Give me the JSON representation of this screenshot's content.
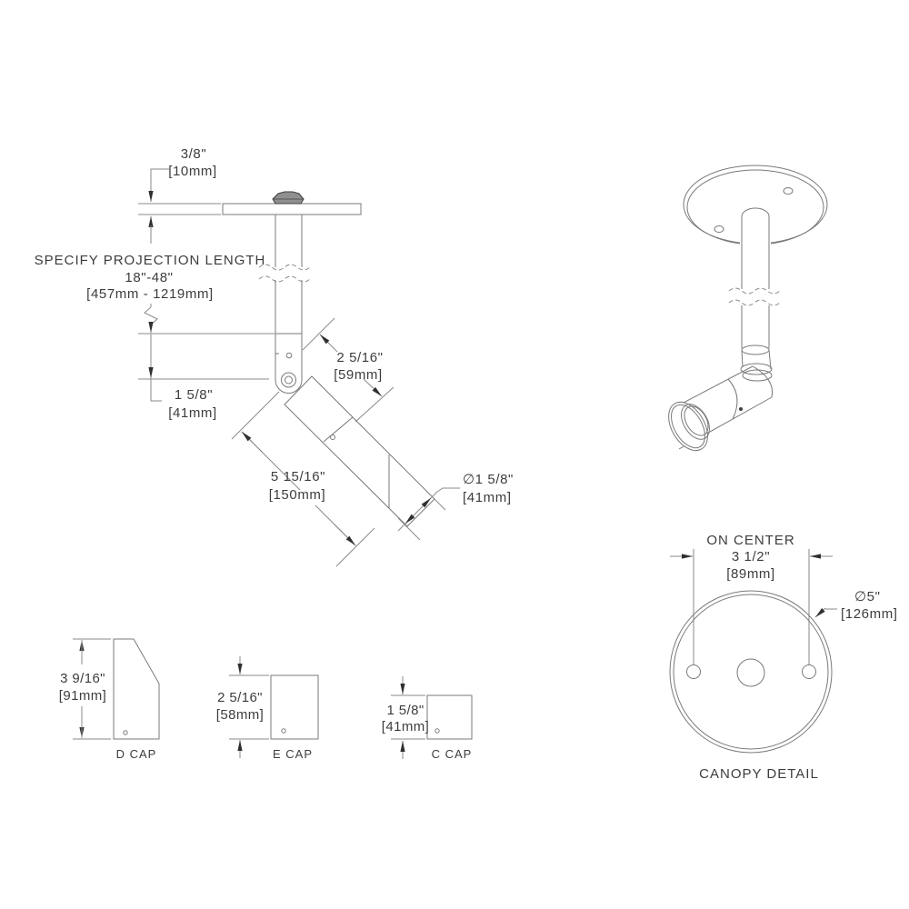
{
  "side_view": {
    "plate_thickness": [
      "3/8\"",
      "[10mm]"
    ],
    "projection_note": [
      "SPECIFY PROJECTION LENGTH",
      "18\"-48\"",
      "[457mm - 1219mm]"
    ],
    "swivel_offset": [
      "1 5/8\"",
      "[41mm]"
    ],
    "cap_length": [
      "2 5/16\"",
      "[59mm]"
    ],
    "head_length": [
      "5 15/16\"",
      "[150mm]"
    ],
    "head_diameter": [
      "∅1 5/8\"",
      "[41mm]"
    ]
  },
  "canopy_detail": {
    "on_center_label": "ON CENTER",
    "on_center_in": "3 1/2\"",
    "on_center_mm": "[89mm]",
    "diameter_in": "∅5\"",
    "diameter_mm": "[126mm]",
    "label": "CANOPY DETAIL"
  },
  "caps": [
    {
      "label": "D CAP",
      "dim_in": "3 9/16\"",
      "dim_mm": "[91mm]"
    },
    {
      "label": "E CAP",
      "dim_in": "2 5/16\"",
      "dim_mm": "[58mm]"
    },
    {
      "label": "C CAP",
      "dim_in": "1 5/8\"",
      "dim_mm": "[41mm]"
    }
  ],
  "colors": {
    "line": "#7a7a7a",
    "text": "#3d3d3d",
    "arrow": "#2f2f2f",
    "background": "#ffffff"
  }
}
